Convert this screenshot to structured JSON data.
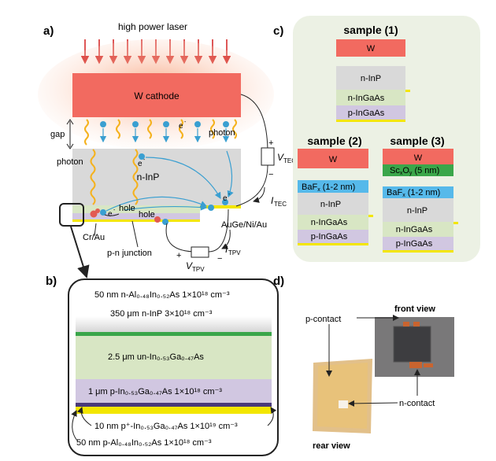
{
  "panel_a": {
    "label": "a)",
    "laser": "high power laser",
    "cathode": "W cathode",
    "gap": "gap",
    "electron": "e",
    "electron_sup": "-",
    "photon_left": "photon",
    "photon_right": "photon",
    "n_inp": "n-InP",
    "hole_1": "hole",
    "hole_2": "hole",
    "v_tec": "V",
    "v_tec_sub": "TEC",
    "i_tec": "I",
    "i_tec_sub": "TEC",
    "plus": "+",
    "minus": "−",
    "auge": "AuGe/Ni/Au",
    "crau": "Cr/Au",
    "pn_junction": "p-n junction",
    "v_tpv": "V",
    "v_tpv_sub": "TPV",
    "i_tpv": "I",
    "i_tpv_sub": "TPV"
  },
  "panel_b": {
    "label": "b)",
    "l1": "50 nm n-Al₀.₄₈In₀.₅₂As  1×10¹⁸ cm⁻³",
    "l2": "350 μm n-InP 3×10¹⁸ cm⁻³",
    "l3": "2.5 μm un-In₀.₅₃Ga₀.₄₇As",
    "l4": "1 μm p-In₀.₅₃Ga₀.₄₇As 1×10¹⁸ cm⁻³",
    "l5": "10 nm p⁺-In₀.₅₃Ga₀.₄₇As  1×10¹⁹ cm⁻³",
    "l6": "50 nm p-Al₀.₄₈In₀.₅₂As 1×10¹⁸ cm⁻³"
  },
  "panel_c": {
    "label": "c)",
    "s1_title": "sample (1)",
    "s2_title": "sample (2)",
    "s3_title": "sample (3)",
    "w": "W",
    "n_inp": "n-InP",
    "n_ingaas": "n-InGaAs",
    "p_ingaas": "p-InGaAs",
    "baf": "BaF",
    "baf_sub": "x",
    "baf_rest": " (1-2 nm)",
    "sco": "Sc",
    "sco_sub1": "x",
    "sco_o": "O",
    "sco_sub2": "y",
    "sco_rest": " (5 nm)"
  },
  "panel_d": {
    "label": "d)",
    "front_view": "front view",
    "rear_view": "rear view",
    "p_contact": "p-contact",
    "n_contact": "n-contact"
  },
  "colors": {
    "tungsten": "#f26a60",
    "inp": "#d9d9d9",
    "n_ingaas": "#d8e6c4",
    "p_ingaas": "#d1c7e1",
    "contact": "#f3e600",
    "baf": "#56b9ea",
    "sco": "#3aa64a",
    "laser": "#d21f1f",
    "photon": "#f5b21e",
    "electron": "#3a9fd1",
    "hole": "#e25a52",
    "panel_c_bg": "#ecf1e4"
  }
}
